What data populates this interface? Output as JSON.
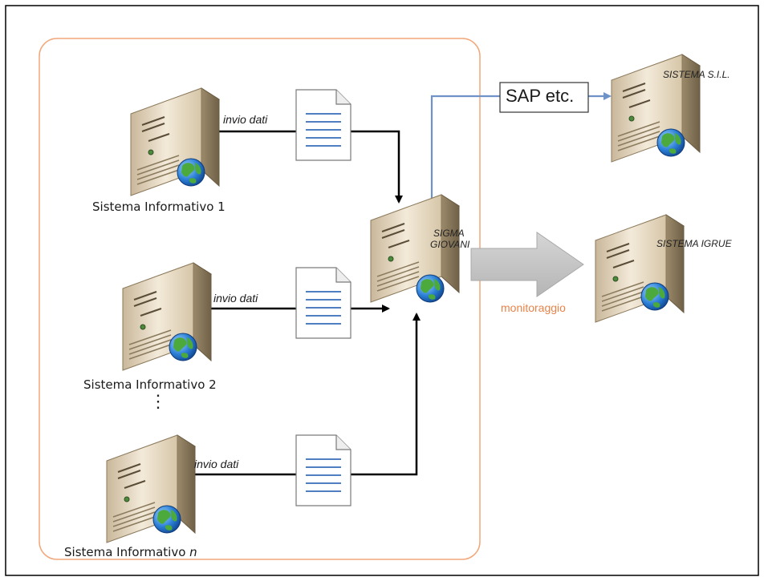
{
  "nodes": {
    "sistema_1": "Sistema Informativo  1",
    "sistema_2": "Sistema Informativo  2",
    "sistema_n_prefix": "Sistema Informativo ",
    "sistema_n_suffix": "n",
    "sigma_line1": "SIGMA",
    "sigma_line2": "GIOVANI",
    "sil": "SISTEMA S.I.L.",
    "igrue": "SISTEMA IGRUE"
  },
  "edges": {
    "invio_dati": "invio dati",
    "sap": "SAP etc.",
    "monitoraggio": "monitoraggio"
  },
  "ellipsis": "⋮",
  "colors": {
    "container_border": "#f2a77a",
    "blue_link": "#6f93c9",
    "arrow_black": "#000000",
    "big_arrow": "#c8c8c8",
    "monitoraggio_text": "#e8834a"
  },
  "icons": [
    "server-icon",
    "globe-icon",
    "document-icon"
  ]
}
